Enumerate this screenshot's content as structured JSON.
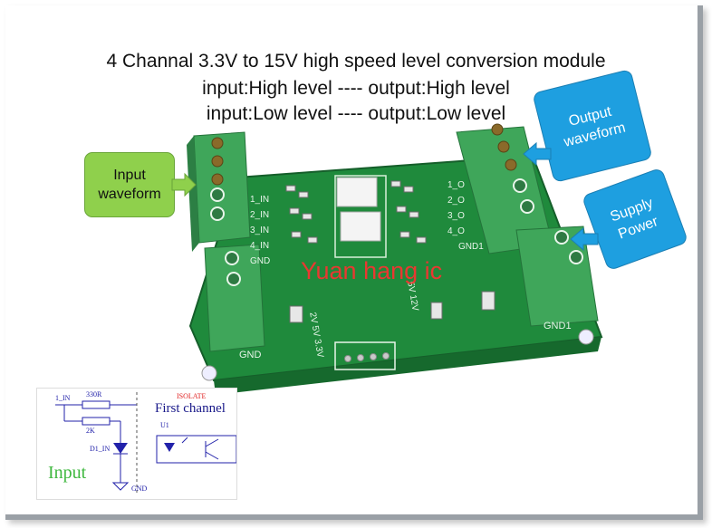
{
  "header": {
    "line1": "4 Channal  3.3V to 15V high speed level conversion module",
    "line2": "input:High level ---- output:High  level",
    "line3": "input:Low level ---- output:Low  level"
  },
  "callouts": {
    "input_waveform": "Input waveform",
    "output_waveform": "Output waveform",
    "supply_power": "Supply Power"
  },
  "board": {
    "watermark": "Yuan hang ic",
    "in_labels": [
      "1_IN",
      "2_IN",
      "3_IN",
      "4_IN",
      "GND"
    ],
    "out_labels": [
      "1_O",
      "2_O",
      "3_O",
      "4_O",
      "GND1"
    ],
    "gnd_left": "GND",
    "gnd_right": "GND1",
    "voltage_silk": "2V 5V 3.3V",
    "voltage_silk_right": "5V 12V"
  },
  "schematic": {
    "pin": "1_IN",
    "r1": "330R",
    "r2": "2K",
    "isolate": "ISOLATE",
    "channel": "First channel",
    "u1": "U1",
    "d1": "D1_IN",
    "input_label": "Input",
    "gnd": "GND"
  },
  "colors": {
    "pcb": "#1f8a3c",
    "terminal": "#3fa65a",
    "callout_blue": "#1e9fe0",
    "callout_green": "#8fd04c",
    "watermark": "#ff3030"
  }
}
